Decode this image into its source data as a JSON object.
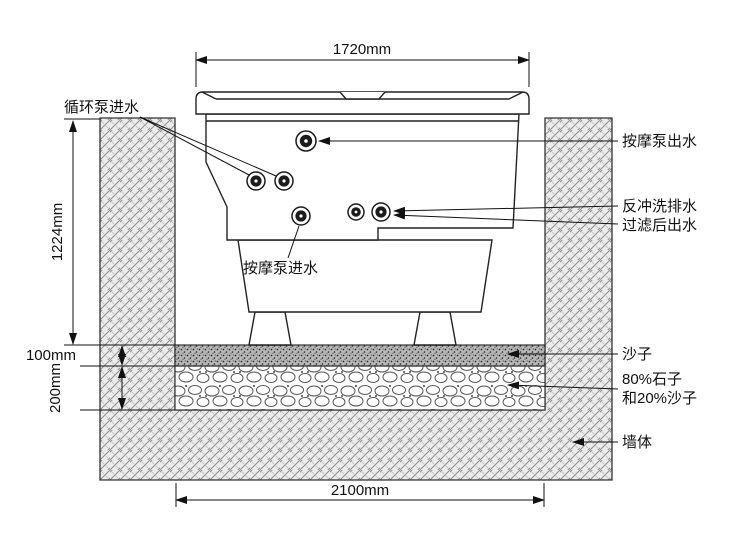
{
  "diagram": {
    "dimensions": {
      "top_width": "1720mm",
      "pit_depth": "1224mm",
      "sand_layer_thickness": "100mm",
      "gravel_layer_thickness": "200mm",
      "bottom_width": "2100mm"
    },
    "labels": {
      "circulation_pump_inlet": "循环泵进水",
      "massage_pump_outlet": "按摩泵出水",
      "backwash_drain": "反冲洗排水",
      "filtered_outlet": "过滤后出水",
      "massage_pump_inlet": "按摩泵进水",
      "sand": "沙子",
      "gravel_mix_line1": "80%石子",
      "gravel_mix_line2": "和20%沙子",
      "wall": "墙体"
    },
    "colors": {
      "line": "#1a1a1a",
      "hatch": "#999999",
      "background": "#ffffff"
    }
  }
}
